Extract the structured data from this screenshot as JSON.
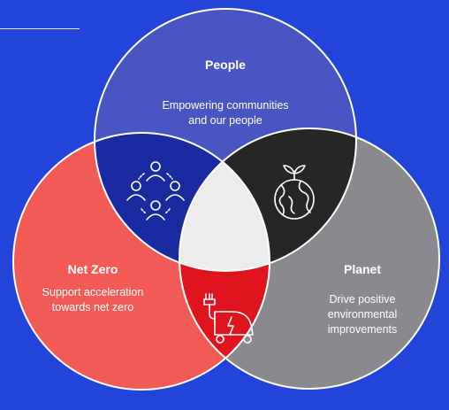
{
  "colors": {
    "background": "#2244d8",
    "people": "#4a55c4",
    "net_zero": "#f25a56",
    "planet": "#8a8a8e",
    "people_net_zero": "#1a2aa0",
    "people_planet": "#262626",
    "net_zero_planet": "#e0141e",
    "center": "#ececec",
    "stroke": "#ffffff"
  },
  "people": {
    "title": "People",
    "desc_line1": "Empowering communities",
    "desc_line2": "and our people"
  },
  "net_zero": {
    "title": "Net Zero",
    "desc_line1": "Support acceleration",
    "desc_line2": "towards net zero"
  },
  "planet": {
    "title": "Planet",
    "desc_line1": "Drive positive",
    "desc_line2": "environmental",
    "desc_line3": "improvements"
  },
  "icons": {
    "community": "community-people-icon",
    "earth": "earth-sprout-icon",
    "ev_charger": "ev-charger-icon"
  }
}
